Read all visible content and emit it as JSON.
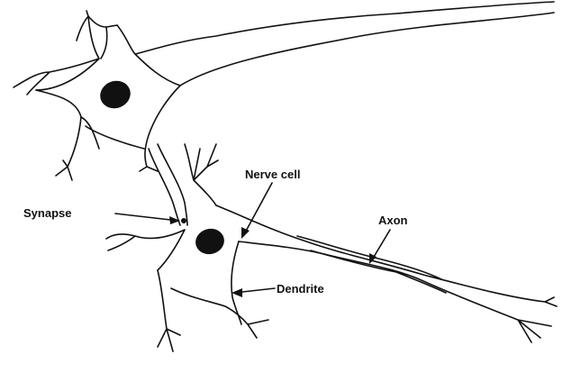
{
  "labels": {
    "nerve_cell": "Nerve cell",
    "synapse": "Synapse",
    "axon": "Axon",
    "dendrite": "Dendrite"
  }
}
